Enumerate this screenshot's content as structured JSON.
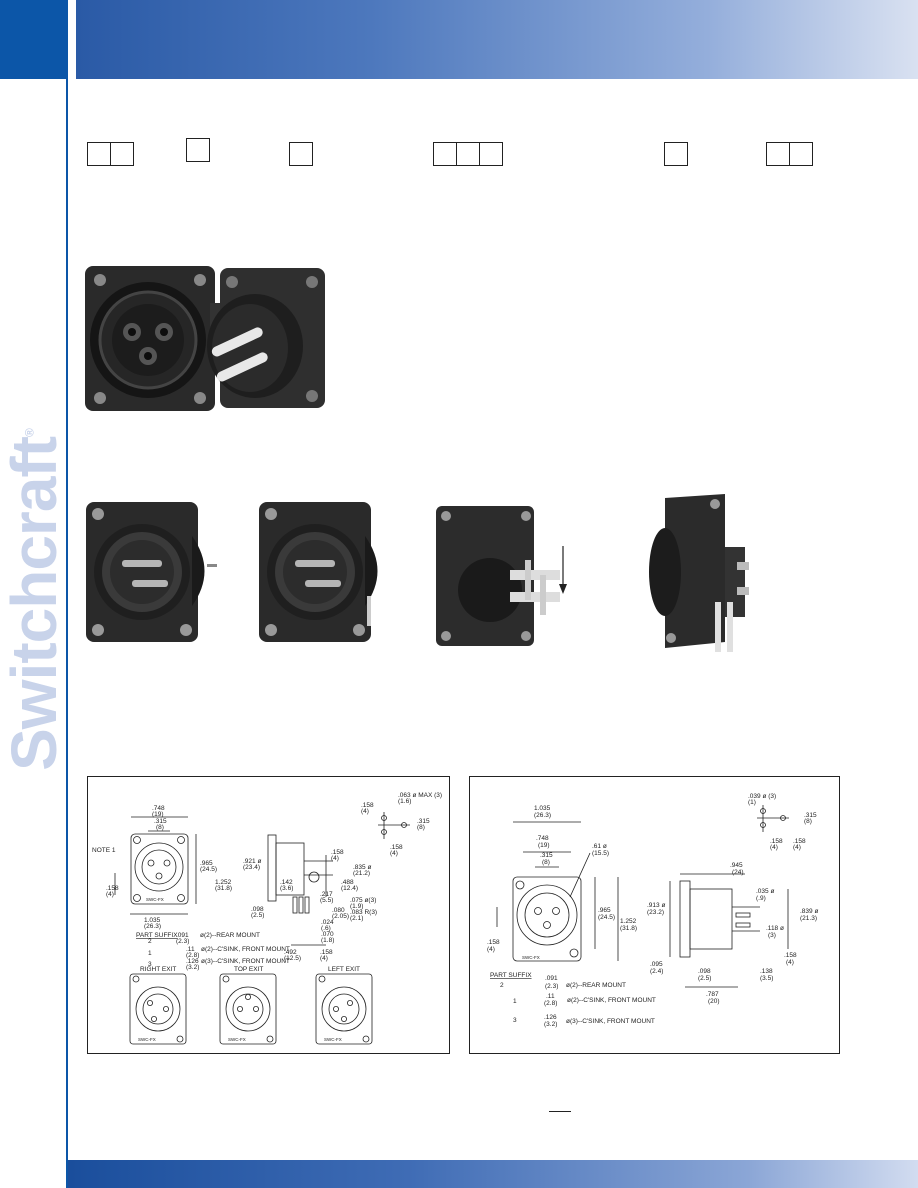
{
  "brand": {
    "name": "Switchcraft",
    "trademark": "®",
    "color": "#c8d3ea"
  },
  "colors": {
    "header_gradient_start": "#2a5aa6",
    "header_gradient_end": "#d9e1f1",
    "corner_block": "#0c56a8"
  },
  "part_number_boxes": [
    {
      "count": 2
    },
    {
      "count": 1
    },
    {
      "count": 1
    },
    {
      "count": 3
    },
    {
      "count": 1
    },
    {
      "count": 2
    }
  ],
  "photos": {
    "top_pair": "xlr-female-and-male-panel-connectors",
    "bottom_row": [
      "male-rear-mount",
      "male-front-mount",
      "pc-mount-right-angle",
      "pc-mount-vertical"
    ]
  },
  "drawing_left": {
    "dims": {
      "w748": ".748",
      "w748_mm": "(19)",
      "w315": ".315",
      "w315_mm": "(8)",
      "note": "NOTE 1",
      "h965": ".965",
      "h965_mm": "(24.5)",
      "h1252": "1.252",
      "h1252_mm": "(31.8)",
      "h158": ".158",
      "h158_mm": "(4)",
      "w1035": "1.035",
      "w1035_mm": "(26.3)",
      "d921": ".921 ø",
      "d921_mm": "(23.4)",
      "d142": ".142",
      "d142_mm": "(3.6)",
      "d098": ".098",
      "d098_mm": "(2.5)",
      "d158b": ".158",
      "d158b_mm": "(4)",
      "d835": ".835 ø",
      "d835_mm": "(21.2)",
      "d488": ".488",
      "d488_mm": "(12.4)",
      "d217": ".217",
      "d217_mm": "(5.5)",
      "d075": ".075 ø(3)",
      "d075_mm": "(1.9)",
      "d080": ".080",
      "d080_mm": "(2.05)",
      "d083": ".083 R(3)",
      "d083_mm": "(2.1)",
      "d024": ".024",
      "d024_mm": "(.6)",
      "d070": ".070",
      "d070_mm": "(1.8)",
      "d492": ".492",
      "d492_mm": "(12.5)",
      "d158c": ".158",
      "d158c_mm": "(4)",
      "d063": ".063 ø MAX (3)",
      "d063_mm": "(1.6)",
      "d158d": ".158",
      "d158d_mm": "(4)",
      "d315b": ".315",
      "d315b_mm": "(8)",
      "d158e": ".158",
      "d158e_mm": "(4)"
    },
    "part_suffix_title": "PART SUFFIX",
    "suffix_rows": [
      {
        "suffix": "2",
        "dim": ".091",
        "mm": "(2.3)",
        "desc": "ø(2)--REAR MOUNT"
      },
      {
        "suffix": "1",
        "dim": ".11",
        "mm": "(2.8)",
        "desc": "ø(2)--C'SINK, FRONT MOUNT"
      },
      {
        "suffix": "3",
        "dim": ".126",
        "mm": "(3.2)",
        "desc": "ø(3)--C'SINK, FRONT MOUNT"
      }
    ],
    "exit_labels": [
      "RIGHT EXIT",
      "TOP EXIT",
      "LEFT EXIT"
    ],
    "label_plate": "SWC-FX"
  },
  "drawing_right": {
    "dims": {
      "w1035": "1.035",
      "w1035_mm": "(26.3)",
      "w748": ".748",
      "w748_mm": "(19)",
      "w315": ".315",
      "w315_mm": "(8)",
      "d61": ".61 ø",
      "d61_mm": "(15.5)",
      "h965": ".965",
      "h965_mm": "(24.5)",
      "h1252": "1.252",
      "h1252_mm": "(31.8)",
      "h158": ".158",
      "h158_mm": "(4)",
      "d039": ".039 ø (3)",
      "d039_mm": "(1)",
      "d315b": ".315",
      "d315b_mm": "(8)",
      "d158b": ".158",
      "d158b_mm": "(4)",
      "d158c": ".158",
      "d158c_mm": "(4)",
      "d945": ".945",
      "d945_mm": "(24)",
      "d913": ".913 ø",
      "d913_mm": "(23.2)",
      "d035": ".035 ø",
      "d035_mm": "(.9)",
      "d839": ".839 ø",
      "d839_mm": "(21.3)",
      "d118": ".118 ø",
      "d118_mm": "(3)",
      "d158d": ".158",
      "d158d_mm": "(4)",
      "d095": ".095",
      "d095_mm": "(2.4)",
      "d098": ".098",
      "d098_mm": "(2.5)",
      "d138": ".138",
      "d138_mm": "(3.5)",
      "d787": ".787",
      "d787_mm": "(20)"
    },
    "part_suffix_title": "PART SUFFIX",
    "suffix_rows": [
      {
        "suffix": "2",
        "dim": ".091",
        "mm": "(2.3)",
        "desc": "ø(2)--REAR MOUNT"
      },
      {
        "suffix": "1",
        "dim": ".11",
        "mm": "(2.8)",
        "desc": "ø(2)--C'SINK, FRONT MOUNT"
      },
      {
        "suffix": "3",
        "dim": ".126",
        "mm": "(3.2)",
        "desc": "ø(3)--C'SINK, FRONT MOUNT"
      }
    ],
    "label_plate": "SWC-FX"
  }
}
